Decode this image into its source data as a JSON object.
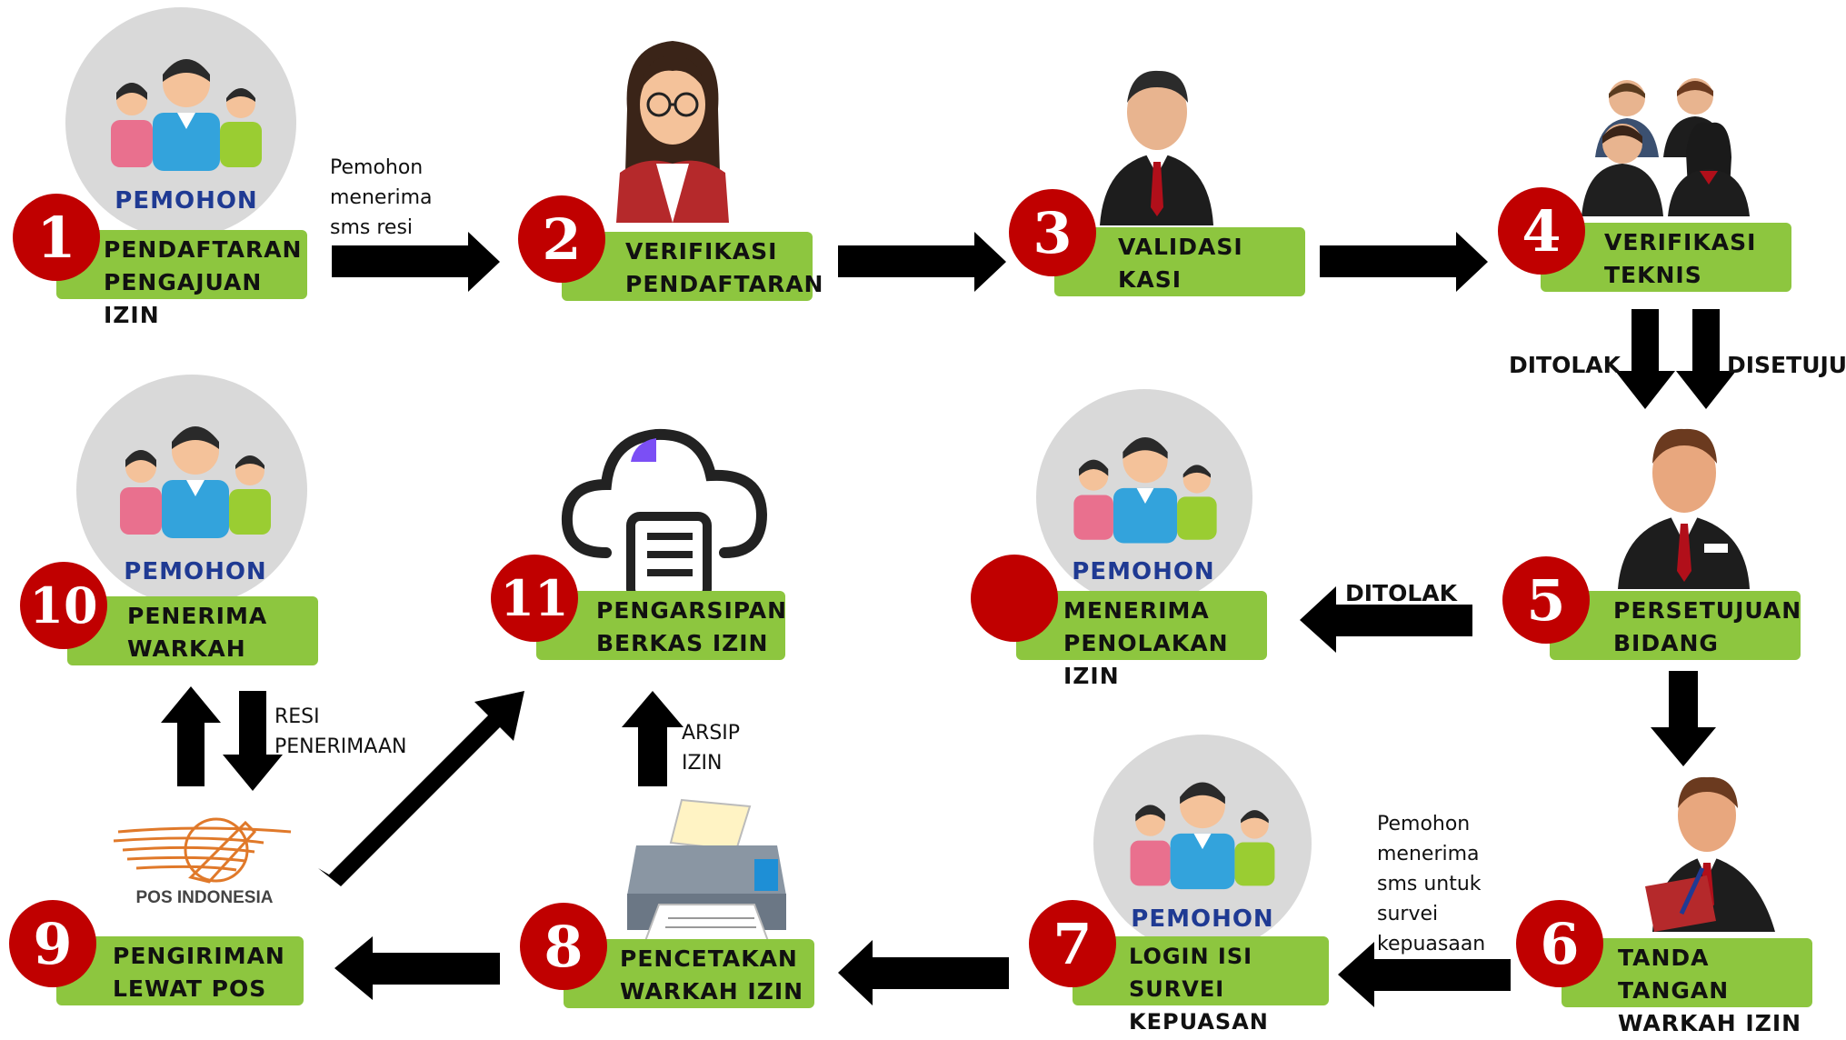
{
  "steps": {
    "s1": {
      "num": "1",
      "line1": "PENDAFTARAN",
      "line2": "PENGAJUAN IZIN"
    },
    "s2": {
      "num": "2",
      "line1": "VERIFIKASI",
      "line2": "PENDAFTARAN"
    },
    "s3": {
      "num": "3",
      "line1": "VALIDASI",
      "line2": "KASI"
    },
    "s4": {
      "num": "4",
      "line1": "VERIFIKASI",
      "line2": "TEKNIS"
    },
    "s5": {
      "num": "5",
      "line1": "PERSETUJUAN",
      "line2": "BIDANG"
    },
    "s6": {
      "num": "6",
      "line1": "TANDA TANGAN",
      "line2": "WARKAH IZIN"
    },
    "s7": {
      "num": "7",
      "line1": "LOGIN ISI SURVEI",
      "line2": "KEPUASAN"
    },
    "s8": {
      "num": "8",
      "line1": "PENCETAKAN",
      "line2": "WARKAH IZIN"
    },
    "s9": {
      "num": "9",
      "line1": "PENGIRIMAN",
      "line2": "LEWAT POS"
    },
    "s10": {
      "num": "10",
      "line1": "PENERIMA",
      "line2": "WARKAH"
    },
    "s11": {
      "num": "11",
      "line1": "PENGARSIPAN",
      "line2": "BERKAS IZIN"
    },
    "reject": {
      "line1": "MENERIMA",
      "line2": "PENOLAKAN IZIN"
    }
  },
  "pemohon_caption": "PEMOHON",
  "notes": {
    "sms_resi": [
      "Pemohon",
      "menerima",
      "sms resi"
    ],
    "sms_survei": [
      "Pemohon",
      "menerima",
      "sms untuk",
      "survei",
      "kepuasaan"
    ],
    "resi": [
      "RESI",
      "PENERIMAAN"
    ],
    "arsip": [
      "ARSIP",
      "IZIN"
    ],
    "ditolak_top": "DITOLAK",
    "disetujui": "DISETUJUI",
    "ditolak_mid": "DITOLAK"
  },
  "pos_logo_text": "POS INDONESIA",
  "colors": {
    "badge": "#c00000",
    "label_bg": "#8dc63f",
    "pemohon_text": "#1f3a93",
    "arrow": "#000000",
    "pos_orange": "#e0792a"
  }
}
